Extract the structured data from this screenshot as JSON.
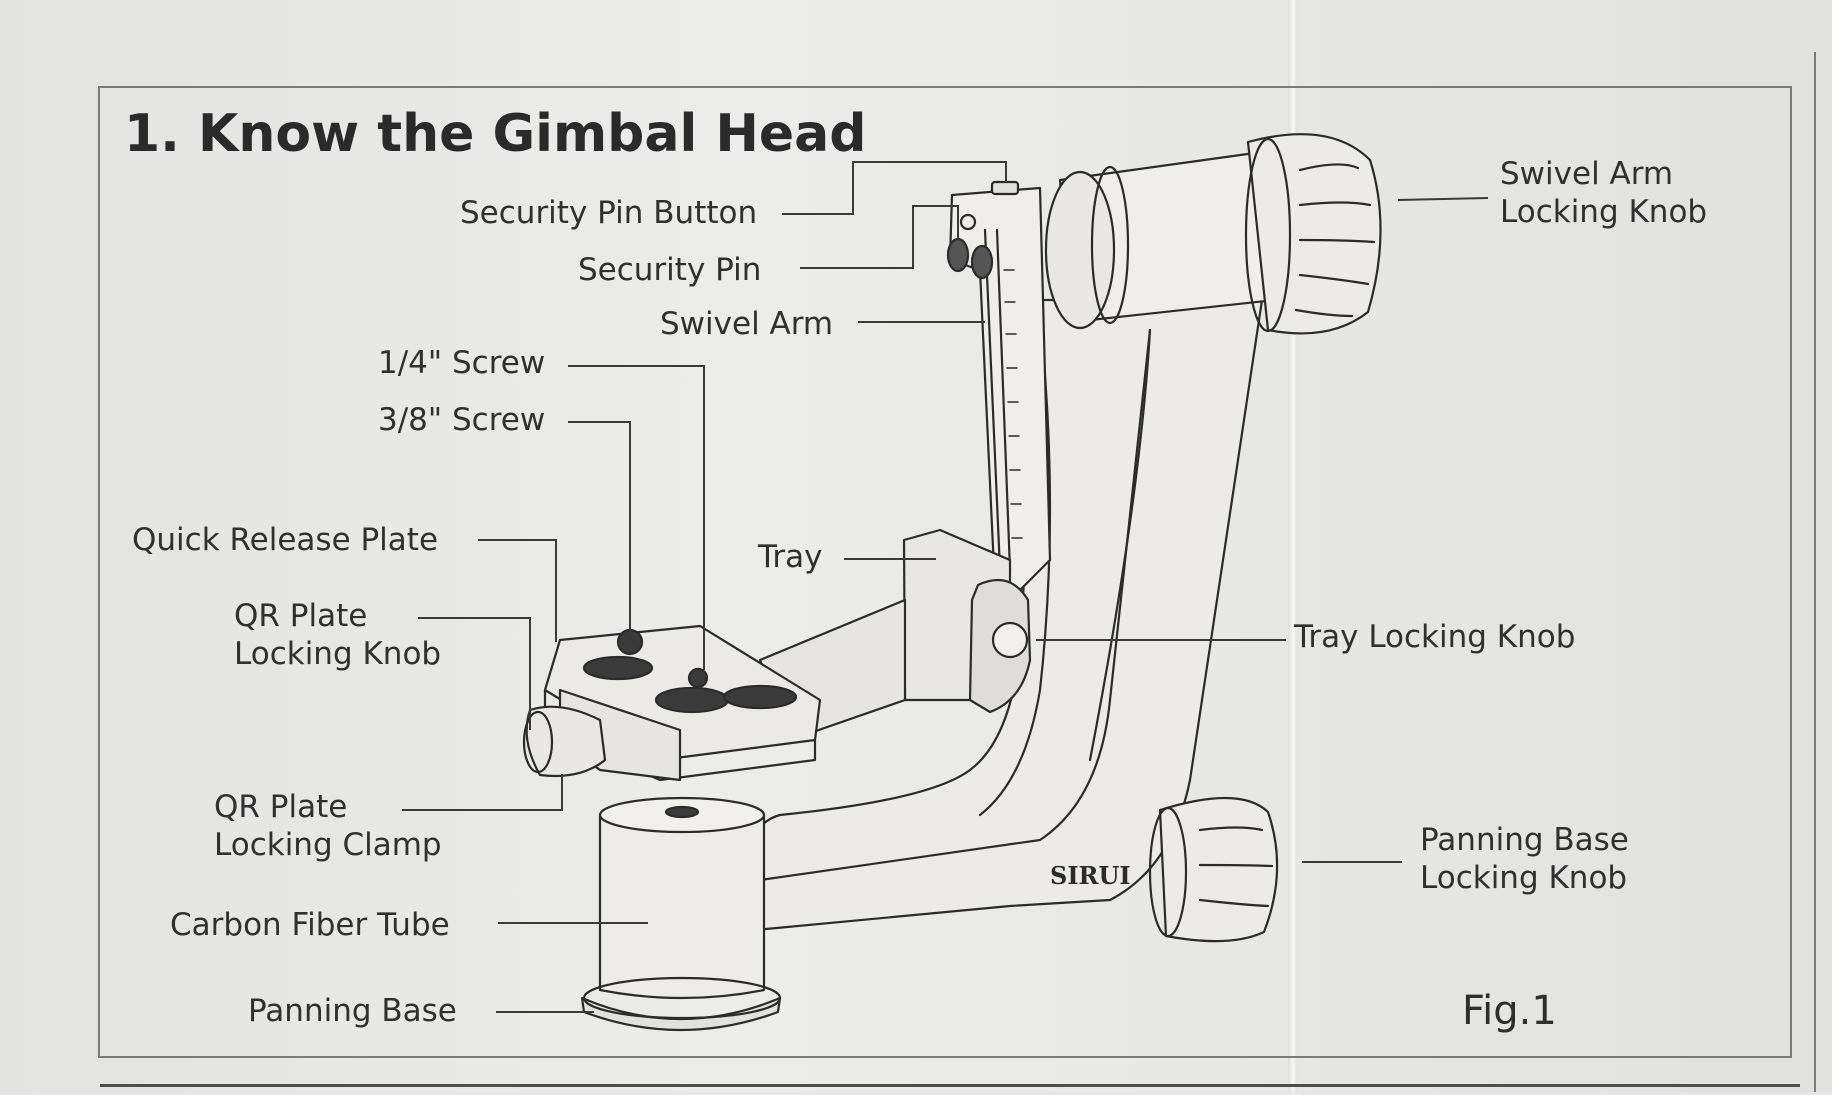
{
  "title": "1. Know the Gimbal Head",
  "figure_label": "Fig.1",
  "brand": "SIRUI",
  "labels": {
    "security_pin_button": "Security Pin Button",
    "security_pin": "Security Pin",
    "swivel_arm": "Swivel Arm",
    "screw_quarter": "1/4\" Screw",
    "screw_three_eighths": "3/8\" Screw",
    "quick_release_plate": "Quick Release Plate",
    "qr_plate_locking_knob": [
      "QR Plate",
      "Locking Knob"
    ],
    "tray": "Tray",
    "qr_plate_locking_clamp": [
      "QR Plate",
      "Locking Clamp"
    ],
    "carbon_fiber_tube": "Carbon Fiber Tube",
    "panning_base": "Panning Base",
    "swivel_arm_locking_knob": [
      "Swivel Arm",
      "Locking Knob"
    ],
    "tray_locking_knob": "Tray Locking Knob",
    "panning_base_locking_knob": [
      "Panning Base",
      "Locking Knob"
    ]
  }
}
